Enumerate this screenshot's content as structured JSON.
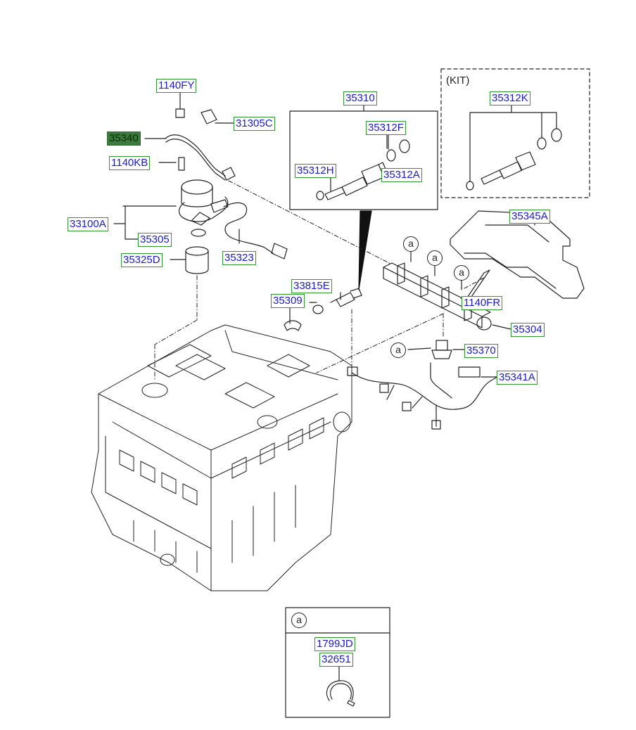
{
  "kit_label": "(KIT)",
  "callout_letter": "a",
  "selected_color": "#3d7a3d",
  "label_border_color": "#2e9a2e",
  "label_text_color": "#1a1ad6",
  "parts": [
    {
      "id": "1140FY",
      "label": "1140FY"
    },
    {
      "id": "31305C",
      "label": "31305C"
    },
    {
      "id": "35340",
      "label": "35340",
      "selected": true
    },
    {
      "id": "1140KB",
      "label": "1140KB"
    },
    {
      "id": "33100A",
      "label": "33100A"
    },
    {
      "id": "35305",
      "label": "35305"
    },
    {
      "id": "35325D",
      "label": "35325D"
    },
    {
      "id": "35323",
      "label": "35323"
    },
    {
      "id": "35310",
      "label": "35310"
    },
    {
      "id": "35312F",
      "label": "35312F"
    },
    {
      "id": "35312H",
      "label": "35312H"
    },
    {
      "id": "35312A",
      "label": "35312A"
    },
    {
      "id": "35312K",
      "label": "35312K"
    },
    {
      "id": "35345A",
      "label": "35345A"
    },
    {
      "id": "33815E",
      "label": "33815E"
    },
    {
      "id": "35309",
      "label": "35309"
    },
    {
      "id": "1140FR",
      "label": "1140FR"
    },
    {
      "id": "35304",
      "label": "35304"
    },
    {
      "id": "35370",
      "label": "35370"
    },
    {
      "id": "35341A",
      "label": "35341A"
    },
    {
      "id": "1799JD",
      "label": "1799JD"
    },
    {
      "id": "32651",
      "label": "32651"
    }
  ]
}
